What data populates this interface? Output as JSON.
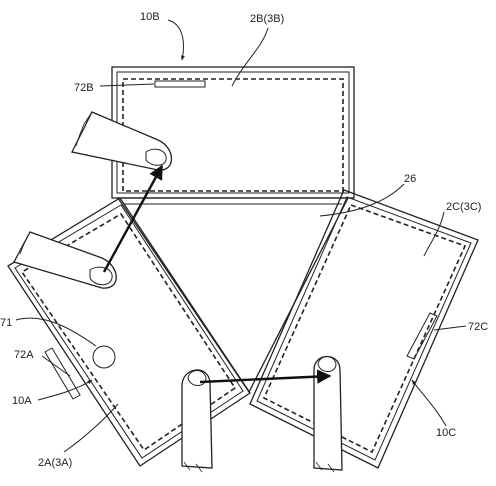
{
  "labels": {
    "device_b": "10B",
    "screen_b": "2B(3B)",
    "sensor_b": "72B",
    "hinge_area": "26",
    "screen_c": "2C(3C)",
    "sensor_c": "72C",
    "device_c": "10C",
    "sensor_71": "71",
    "sensor_a": "72A",
    "device_a": "10A",
    "screen_a": "2A(3A)"
  }
}
